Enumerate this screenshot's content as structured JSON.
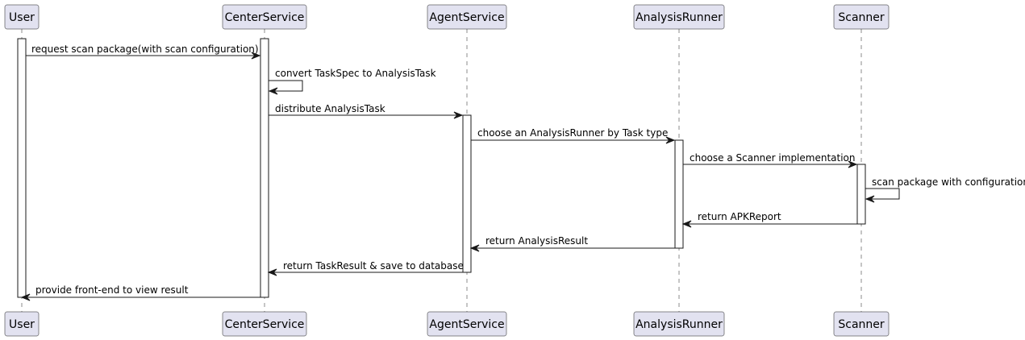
{
  "participants": [
    {
      "id": "user",
      "label": "User"
    },
    {
      "id": "center",
      "label": "CenterService"
    },
    {
      "id": "agent",
      "label": "AgentService"
    },
    {
      "id": "runner",
      "label": "AnalysisRunner"
    },
    {
      "id": "scanner",
      "label": "Scanner"
    }
  ],
  "messages": [
    {
      "from": "user",
      "to": "center",
      "label": "request scan package(with scan configuration)"
    },
    {
      "from": "center",
      "to": "center",
      "label": "convert TaskSpec to AnalysisTask"
    },
    {
      "from": "center",
      "to": "agent",
      "label": "distribute AnalysisTask"
    },
    {
      "from": "agent",
      "to": "runner",
      "label": "choose an AnalysisRunner by Task type"
    },
    {
      "from": "runner",
      "to": "scanner",
      "label": "choose a Scanner implementation"
    },
    {
      "from": "scanner",
      "to": "scanner",
      "label": "scan package with configuration"
    },
    {
      "from": "scanner",
      "to": "runner",
      "label": "return APKReport"
    },
    {
      "from": "runner",
      "to": "agent",
      "label": "return AnalysisResult"
    },
    {
      "from": "agent",
      "to": "center",
      "label": "return TaskResult & save to database"
    },
    {
      "from": "center",
      "to": "user",
      "label": "provide front-end to view result"
    }
  ],
  "colors": {
    "participant_fill": "#e2e2f0",
    "line": "#181818",
    "activation_fill": "#ffffff",
    "background": "#ffffff"
  }
}
